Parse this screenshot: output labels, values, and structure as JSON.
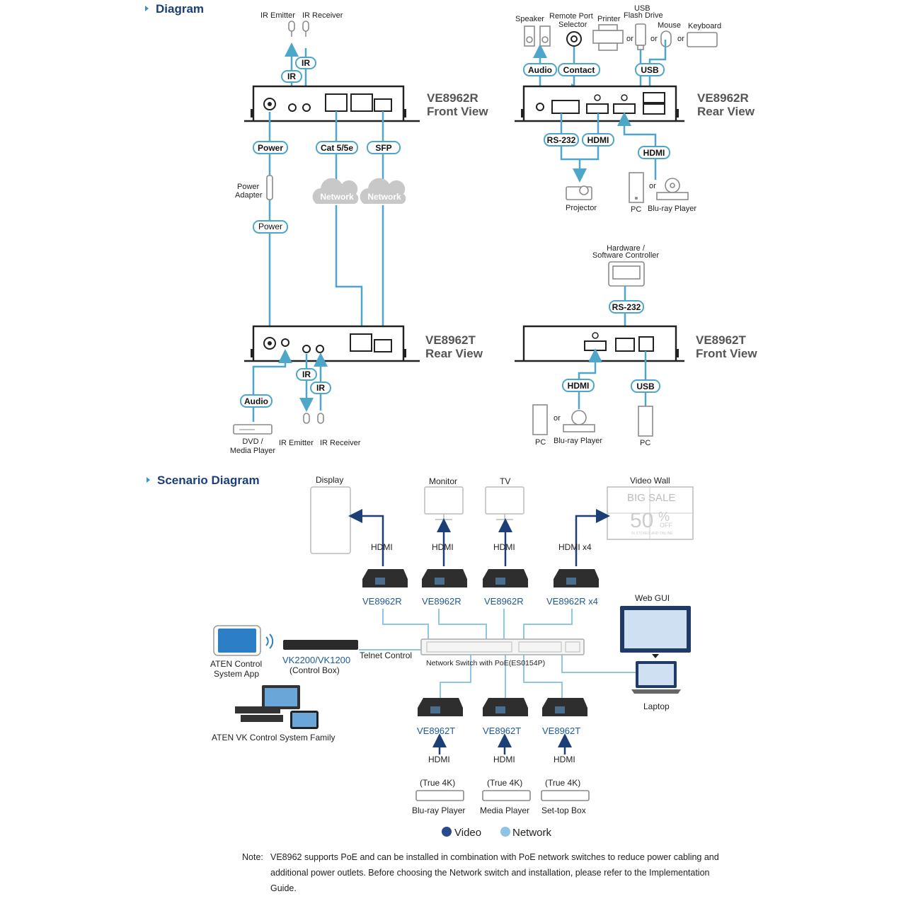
{
  "sections": {
    "diagram": "Diagram",
    "scenario": "Scenario Diagram"
  },
  "labels": {
    "ir_emitter": "IR Emitter",
    "ir_receiver": "IR Receiver",
    "ir": "IR",
    "r_front_1": "VE8962R",
    "r_front_2": "Front View",
    "r_rear_1": "VE8962R",
    "r_rear_2": "Rear View",
    "t_rear_1": "VE8962T",
    "t_rear_2": "Rear View",
    "t_front_1": "VE8962T",
    "t_front_2": "Front View",
    "power": "Power",
    "power2": "Power",
    "power_adapter_1": "Power",
    "power_adapter_2": "Adapter",
    "cat5e": "Cat 5/5e",
    "sfp": "SFP",
    "network": "Network",
    "speaker": "Speaker",
    "remote_port_1": "Remote Port",
    "remote_port_2": "Selector",
    "printer": "Printer",
    "usb_flash_1": "USB",
    "usb_flash_2": "Flash Drive",
    "mouse": "Mouse",
    "keyboard": "Keyboard",
    "or": "or",
    "audio": "Audio",
    "contact": "Contact",
    "usb": "USB",
    "rs232": "RS-232",
    "hdmi": "HDMI",
    "projector": "Projector",
    "pc": "PC",
    "bluray": "Blu-ray Player",
    "hw_controller_1": "Hardware /",
    "hw_controller_2": "Software Controller",
    "dvd_1": "DVD /",
    "dvd_2": "Media Player"
  },
  "scenario": {
    "display": "Display",
    "monitor": "Monitor",
    "tv": "TV",
    "video_wall": "Video Wall",
    "wall_text_1": "BIG SALE",
    "wall_text_2": "50",
    "wall_text_3": "%",
    "wall_text_4": "OFF",
    "wall_text_5": "IN STORES AND ONLINE",
    "hdmi": "HDMI",
    "hdmi_x4": "HDMI x4",
    "receiver": "VE8962R",
    "receiver_x4": "VE8962R x4",
    "transmitter": "VE8962T",
    "web_gui": "Web GUI",
    "laptop": "Laptop",
    "aten_app_1": "ATEN Control",
    "aten_app_2": "System App",
    "control_box_1": "VK2200/VK1200",
    "control_box_2": "(Control Box)",
    "telnet": "Telnet Control",
    "switch": "Network Switch with PoE(ES0154P)",
    "vk_family": "ATEN VK Control System Family",
    "true4k": "(True 4K)",
    "sources": [
      "Blu-ray Player",
      "Media Player",
      "Set-top Box"
    ]
  },
  "legend": {
    "video": "Video",
    "network": "Network",
    "video_color": "#2b4a8b",
    "network_color": "#8ec3e6"
  },
  "note": {
    "label": "Note:",
    "text": "VE8962 supports PoE and can be installed in combination with PoE network switches to reduce power cabling and additional power outlets. Before choosing the Network switch and installation, please refer to the Implementation Guide."
  }
}
